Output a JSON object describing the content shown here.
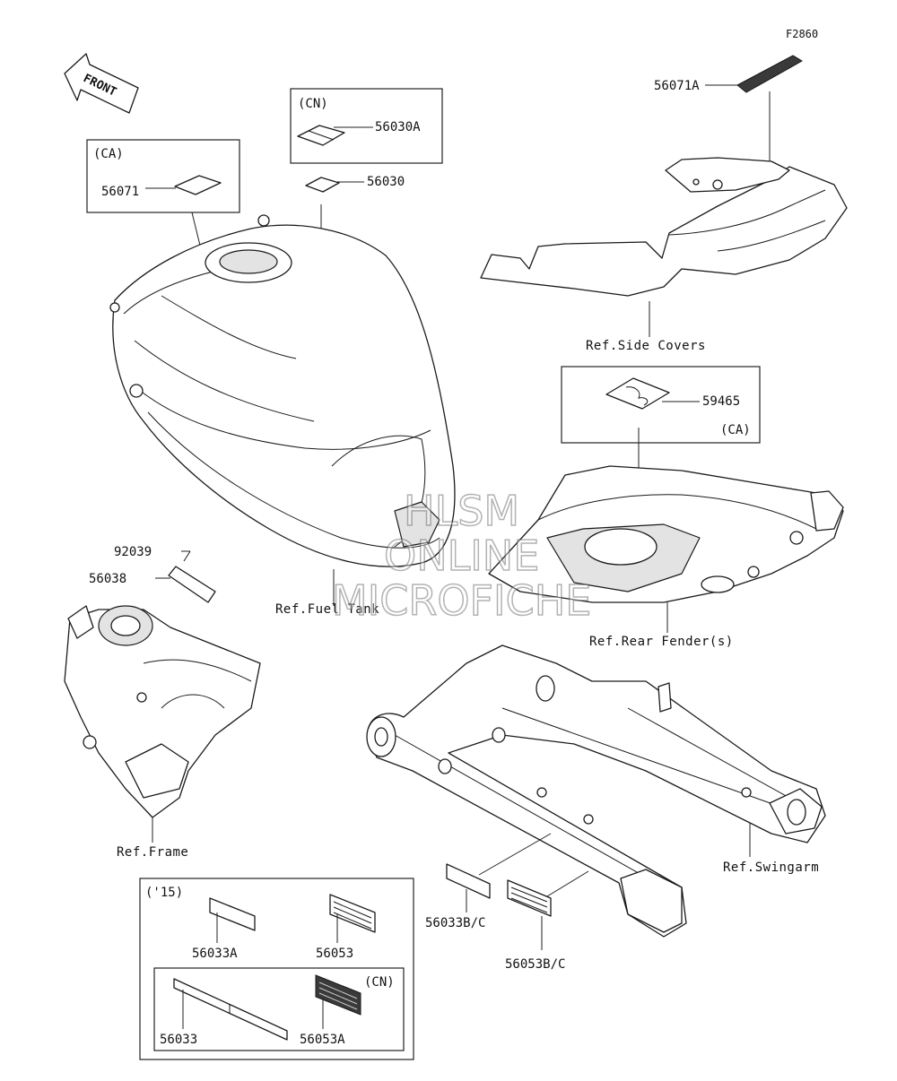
{
  "figure": {
    "code": "F2860"
  },
  "front_arrow": {
    "label": "FRONT"
  },
  "watermark": {
    "lines": [
      "HLSM",
      "ONLINE",
      "MICROFICHE"
    ]
  },
  "boxes": {
    "ca_tank": {
      "tag": "(CA)"
    },
    "cn_tank": {
      "tag": "(CN)"
    },
    "ca_fender": {
      "tag": "(CA)"
    },
    "year_15": {
      "tag": "('15)"
    },
    "cn_inner": {
      "tag": "(CN)"
    }
  },
  "parts": [
    {
      "id": "p56071",
      "number": "56071"
    },
    {
      "id": "p56030A",
      "number": "56030A"
    },
    {
      "id": "p56030",
      "number": "56030"
    },
    {
      "id": "p56071A",
      "number": "56071A"
    },
    {
      "id": "p59465",
      "number": "59465"
    },
    {
      "id": "p92039",
      "number": "92039"
    },
    {
      "id": "p56038",
      "number": "56038"
    },
    {
      "id": "p56033BC",
      "number": "56033B/C"
    },
    {
      "id": "p56053BC",
      "number": "56053B/C"
    },
    {
      "id": "p56033A",
      "number": "56033A"
    },
    {
      "id": "p56053",
      "number": "56053"
    },
    {
      "id": "p56033",
      "number": "56033"
    },
    {
      "id": "p56053A",
      "number": "56053A"
    }
  ],
  "references": {
    "side_covers": "Ref.Side Covers",
    "fuel_tank": "Ref.Fuel Tank",
    "rear_fender": "Ref.Rear Fender(s)",
    "frame": "Ref.Frame",
    "swingarm": "Ref.Swingarm"
  }
}
